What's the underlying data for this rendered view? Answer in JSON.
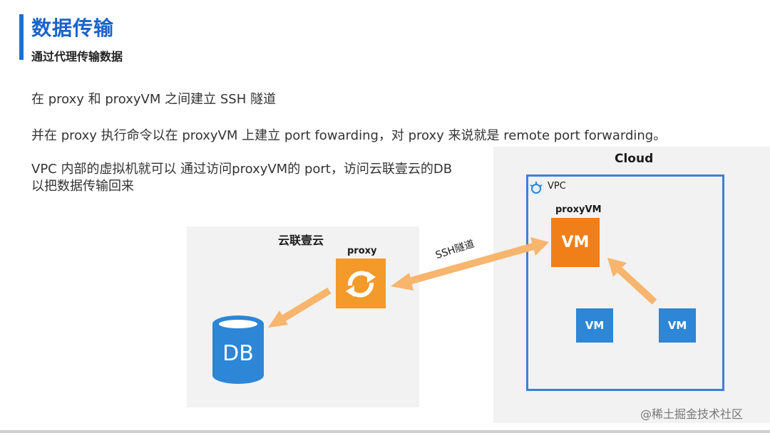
{
  "header": {
    "title": "数据传输",
    "subtitle": "通过代理传输数据"
  },
  "body": {
    "p1": "在 proxy 和 proxyVM 之间建立 SSH 隧道",
    "p2": "并在 proxy 执行命令以在 proxyVM 上建立 port fowarding，对 proxy 来说就是 remote port forwarding。",
    "p3_line1": "VPC 内部的虚拟机就可以 通过访问proxyVM的 port，访问云联壹云的DB",
    "p3_line2": "以把数据传输回来"
  },
  "diagram": {
    "left_panel_label": "云联壹云",
    "proxy_label": "proxy",
    "db_label": "DB",
    "tunnel_label": "SSH隧道",
    "cloud_label": "Cloud",
    "vpc_label": "VPC",
    "proxyvm_label": "proxyVM",
    "vm_big": "VM",
    "vm_small_1": "VM",
    "vm_small_2": "VM",
    "colors": {
      "orange": "#f39a2b",
      "blue": "#2e86d6",
      "arrow": "#f7b56e",
      "title_blue": "#1a63c9"
    }
  },
  "watermark": "@稀土掘金技术社区"
}
